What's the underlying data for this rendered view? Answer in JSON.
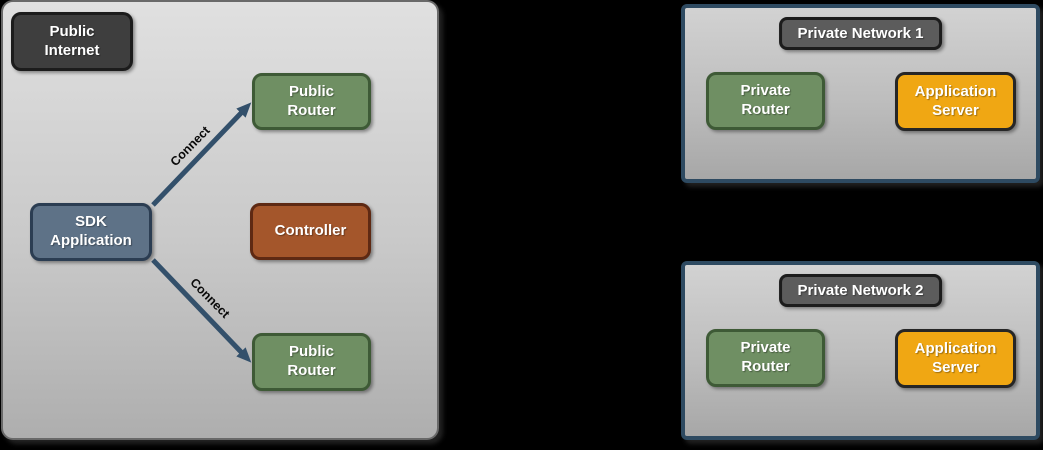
{
  "left_panel": {
    "internet_label": "Public Internet",
    "router_top_label": "Public Router",
    "sdk_label": "SDK Application",
    "controller_label": "Controller",
    "router_bottom_label": "Public Router",
    "connect_top_label": "Connect",
    "connect_bottom_label": "Connect"
  },
  "private_networks": [
    {
      "title": "Private Network 1",
      "router_label": "Private Router",
      "server_label": "Application Server"
    },
    {
      "title": "Private Network 2",
      "router_label": "Private Router",
      "server_label": "Application Server"
    }
  ],
  "colors": {
    "background": "#000000",
    "public_panel_fill_top": "#e0e0e0",
    "public_panel_fill_bottom": "#aeaeae",
    "public_panel_border": "#696969",
    "private_panel_border": "#2e4a61",
    "dark_node_fill": "#3e3e3e",
    "badge_fill": "#5c5c5c",
    "green_fill": "#6f8f63",
    "green_border": "#3e5a36",
    "slate_fill": "#5e7287",
    "slate_border": "#2b3d52",
    "rust_fill": "#a4562b",
    "rust_border": "#5e2913",
    "orange_fill": "#f0a713",
    "orange_border": "#262626",
    "arrow": "#33506b",
    "node_text": "#ffffff",
    "connect_text": "#0a0a0a"
  }
}
